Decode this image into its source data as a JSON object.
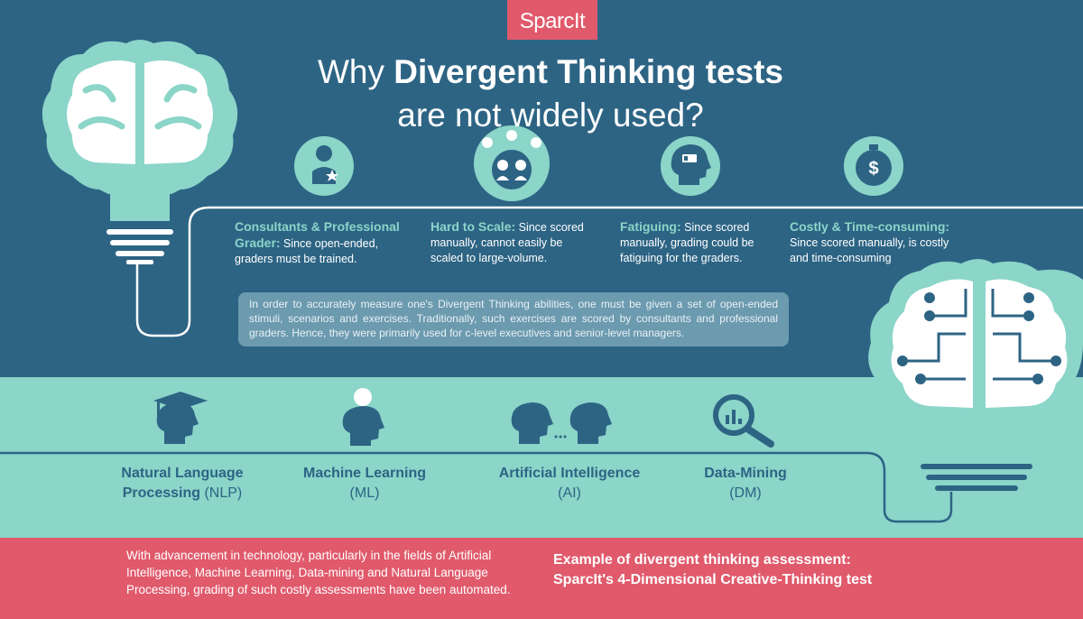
{
  "brand": {
    "logo_text": "SparcIt",
    "accent": "#e05a6c",
    "teal": "#8bd5c9",
    "navy": "#2d6484"
  },
  "title": {
    "line1_plain": "Why ",
    "line1_bold": "Divergent Thinking tests",
    "line2": "are not widely used?"
  },
  "reasons": [
    {
      "icon": "consultant-icon",
      "heading": "Consultants & Professional Grader:",
      "text": " Since open-ended, graders must be trained."
    },
    {
      "icon": "crowd-icon",
      "heading": "Hard to Scale:",
      "text": " Since scored manually, cannot easily be scaled to large-volume."
    },
    {
      "icon": "tired-head-icon",
      "heading": "Fatiguing:",
      "text": " Since scored manually, grading could be fatiguing for the graders."
    },
    {
      "icon": "stopwatch-dollar-icon",
      "heading": "Costly & Time-consuming:",
      "text": " Since scored manually, is costly and time-consuming"
    }
  ],
  "info_text": "In order to accurately measure one's Divergent Thinking abilities, one must be given a set of open-ended stimuli, scenarios and exercises. Traditionally, such exercises are scored by consultants and professional graders.  Hence, they were primarily used for c-level executives and senior-level managers.",
  "technologies": [
    {
      "icon": "graduate-head-icon",
      "line1": "Natural Language",
      "line2_bold": "Processing",
      "line2_plain": " (NLP)"
    },
    {
      "icon": "lightbulb-head-icon",
      "line1": "Machine Learning",
      "line2_plain": "(ML)"
    },
    {
      "icon": "ai-heads-icon",
      "line1": "Artificial Intelligence",
      "line2_plain": "(AI)"
    },
    {
      "icon": "magnifier-chart-icon",
      "line1": "Data-Mining",
      "line2_plain": "(DM)"
    }
  ],
  "bottom": {
    "left_text": "With advancement in technology, particularly in the fields of Artificial Intelligence, Machine Learning, Data-mining and Natural Language Processing, grading of such costly assessments have been automated.",
    "right_line1": "Example of divergent thinking assessment:",
    "right_line2": "SparcIt's 4-Dimensional Creative-Thinking test"
  }
}
